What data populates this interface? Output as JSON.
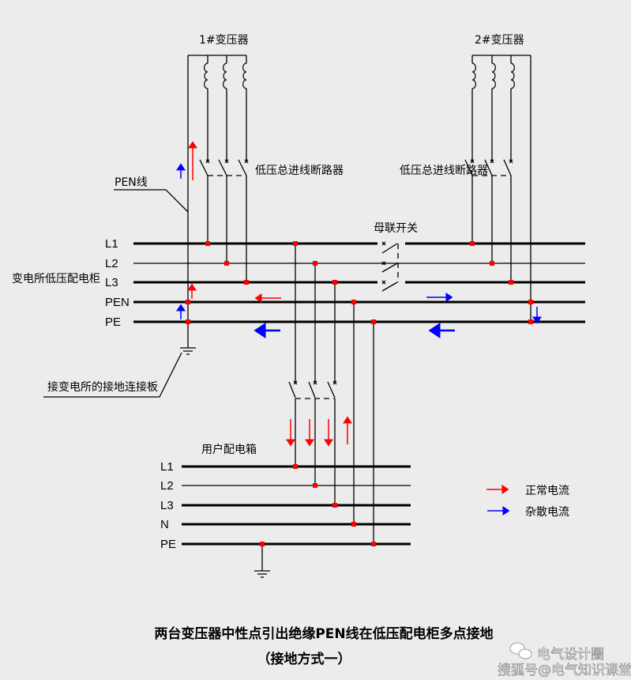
{
  "transformers": {
    "t1": "1#变压器",
    "t2": "2#变压器"
  },
  "breaker_label": "低压总进线断路器",
  "bus_coupler_label": "母联开关",
  "pen_line_label": "PEN线",
  "substation_label": "变电所低压配电柜",
  "grounding_plate_label": "接变电所的接地连接板",
  "substation_bus": [
    "L1",
    "L2",
    "L3",
    "PEN",
    "PE"
  ],
  "user_box": {
    "label": "用户配电箱",
    "bus": [
      "L1",
      "L2",
      "L3",
      "N",
      "PE"
    ]
  },
  "legend": [
    {
      "label": "正常电流",
      "color": "#ff0000"
    },
    {
      "label": "杂散电流",
      "color": "#0000ff"
    }
  ],
  "title": "两台变压器中性点引出绝缘PEN线在低压配电柜多点接地",
  "subtitle": "（接地方式一）",
  "watermark": {
    "line1": "电气设计圈",
    "line2": "搜狐号@电气知识课堂"
  }
}
